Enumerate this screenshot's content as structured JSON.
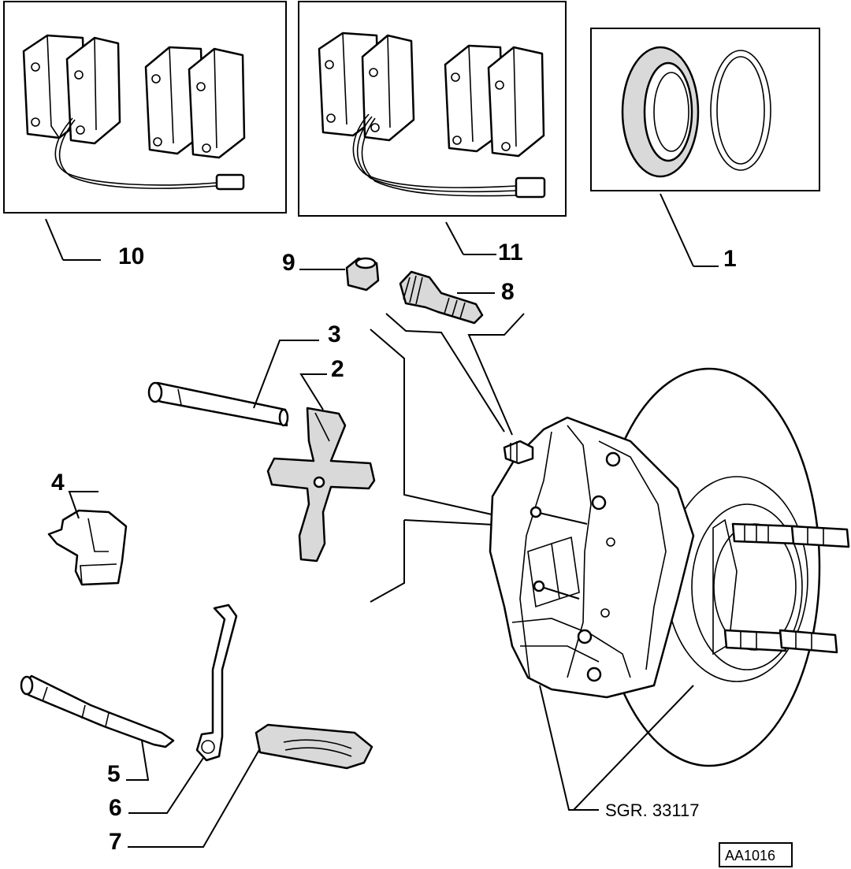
{
  "labels": {
    "p1": "1",
    "p2": "2",
    "p3": "3",
    "p4": "4",
    "p5": "5",
    "p6": "6",
    "p7": "7",
    "p8": "8",
    "p9": "9",
    "p10": "10",
    "p11": "11"
  },
  "assembly_ref": "SGR. 33117",
  "figure_code": "AA1016"
}
